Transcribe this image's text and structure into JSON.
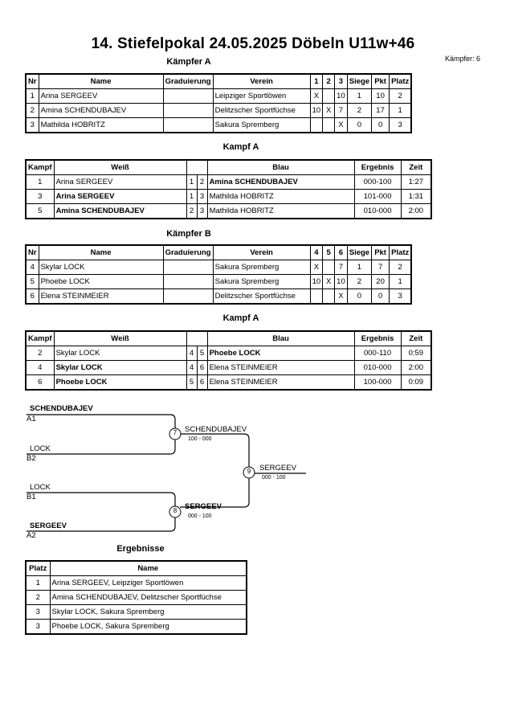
{
  "header": {
    "title": "14. Stiefelpokal  24.05.2025  Döbeln   U11w+46",
    "fighter_count": "Kämpfer: 6"
  },
  "pool_a": {
    "heading": "Kämpfer A",
    "columns": [
      "Nr",
      "Name",
      "Graduierung",
      "Verein",
      "1",
      "2",
      "3",
      "Siege",
      "Pkt",
      "Platz"
    ],
    "rows": [
      [
        "1",
        "Arina SERGEEV",
        "",
        "Leipziger Sportlöwen",
        "X",
        "",
        "10",
        "1",
        "10",
        "2"
      ],
      [
        "2",
        "Amina SCHENDUBAJEV",
        "",
        "Delitzscher Sportfüchse",
        "10",
        "X",
        "7",
        "2",
        "17",
        "1"
      ],
      [
        "3",
        "Mathilda HOBRITZ",
        "",
        "Sakura Spremberg",
        "",
        "",
        "X",
        "0",
        "0",
        "3"
      ]
    ]
  },
  "fights_a": {
    "heading": "Kampf A",
    "columns": [
      "Kampf",
      "Weiß",
      "",
      "",
      "Blau",
      "Ergebnis",
      "Zeit"
    ],
    "rows": [
      {
        "no": "1",
        "white": "Arina SERGEEV",
        "w": "1",
        "b": "2",
        "blue": "Amina SCHENDUBAJEV",
        "result": "000-100",
        "time": "1:27",
        "winner": "blue"
      },
      {
        "no": "3",
        "white": "Arina SERGEEV",
        "w": "1",
        "b": "3",
        "blue": "Mathilda HOBRITZ",
        "result": "101-000",
        "time": "1:31",
        "winner": "white"
      },
      {
        "no": "5",
        "white": "Amina SCHENDUBAJEV",
        "w": "2",
        "b": "3",
        "blue": "Mathilda HOBRITZ",
        "result": "010-000",
        "time": "2:00",
        "winner": "white"
      }
    ]
  },
  "pool_b": {
    "heading": "Kämpfer B",
    "columns": [
      "Nr",
      "Name",
      "Graduierung",
      "Verein",
      "4",
      "5",
      "6",
      "Siege",
      "Pkt",
      "Platz"
    ],
    "rows": [
      [
        "4",
        "Skylar LOCK",
        "",
        "Sakura Spremberg",
        "X",
        "",
        "7",
        "1",
        "7",
        "2"
      ],
      [
        "5",
        "Phoebe LOCK",
        "",
        "Sakura Spremberg",
        "10",
        "X",
        "10",
        "2",
        "20",
        "1"
      ],
      [
        "6",
        "Elena STEINMEIER",
        "",
        "Delitzscher Sportfüchse",
        "",
        "",
        "X",
        "0",
        "0",
        "3"
      ]
    ]
  },
  "fights_b": {
    "heading": "Kampf A",
    "columns": [
      "Kampf",
      "Weiß",
      "",
      "",
      "Blau",
      "Ergebnis",
      "Zeit"
    ],
    "rows": [
      {
        "no": "2",
        "white": "Skylar LOCK",
        "w": "4",
        "b": "5",
        "blue": "Phoebe LOCK",
        "result": "000-110",
        "time": "0:59",
        "winner": "blue"
      },
      {
        "no": "4",
        "white": "Skylar LOCK",
        "w": "4",
        "b": "6",
        "blue": "Elena STEINMEIER",
        "result": "010-000",
        "time": "2:00",
        "winner": "white"
      },
      {
        "no": "6",
        "white": "Phoebe LOCK",
        "w": "5",
        "b": "6",
        "blue": "Elena STEINMEIER",
        "result": "100-000",
        "time": "0:09",
        "winner": "white"
      }
    ]
  },
  "bracket": {
    "entries": [
      {
        "name": "SCHENDUBAJEV",
        "seed": "A1"
      },
      {
        "name": "LOCK",
        "seed": "B2"
      },
      {
        "name": "LOCK",
        "seed": "B1"
      },
      {
        "name": "SERGEEV",
        "seed": "A2"
      }
    ],
    "fights": [
      {
        "no": "7",
        "winner": "SCHENDUBAJEV",
        "score": "100 - 000"
      },
      {
        "no": "8",
        "winner": "SERGEEV",
        "score": "000 - 100"
      },
      {
        "no": "9",
        "winner": "SERGEEV",
        "score": "000 - 100"
      }
    ]
  },
  "results": {
    "heading": "Ergebnisse",
    "columns": [
      "Platz",
      "Name"
    ],
    "rows": [
      [
        "1",
        "Arina SERGEEV, Leipziger Sportlöwen"
      ],
      [
        "2",
        "Amina SCHENDUBAJEV, Delitzscher Sportfüchse"
      ],
      [
        "3",
        "Skylar LOCK, Sakura Spremberg"
      ],
      [
        "3",
        "Phoebe LOCK, Sakura Spremberg"
      ]
    ]
  }
}
